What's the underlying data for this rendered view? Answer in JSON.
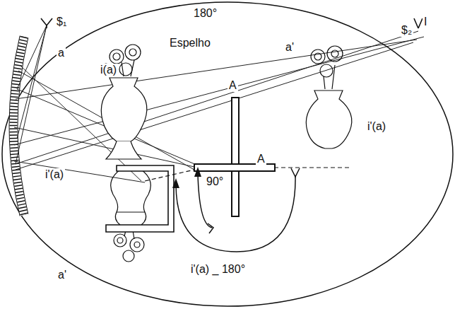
{
  "diagram": {
    "labels": [
      "180°",
      "$₁",
      "Espelho",
      "a",
      "i(a)",
      "A",
      "a'",
      "$₂",
      "I",
      "A",
      "i'(a)",
      "90°",
      "i'(a)",
      "a'",
      "i'(a) _ 180°"
    ]
  }
}
